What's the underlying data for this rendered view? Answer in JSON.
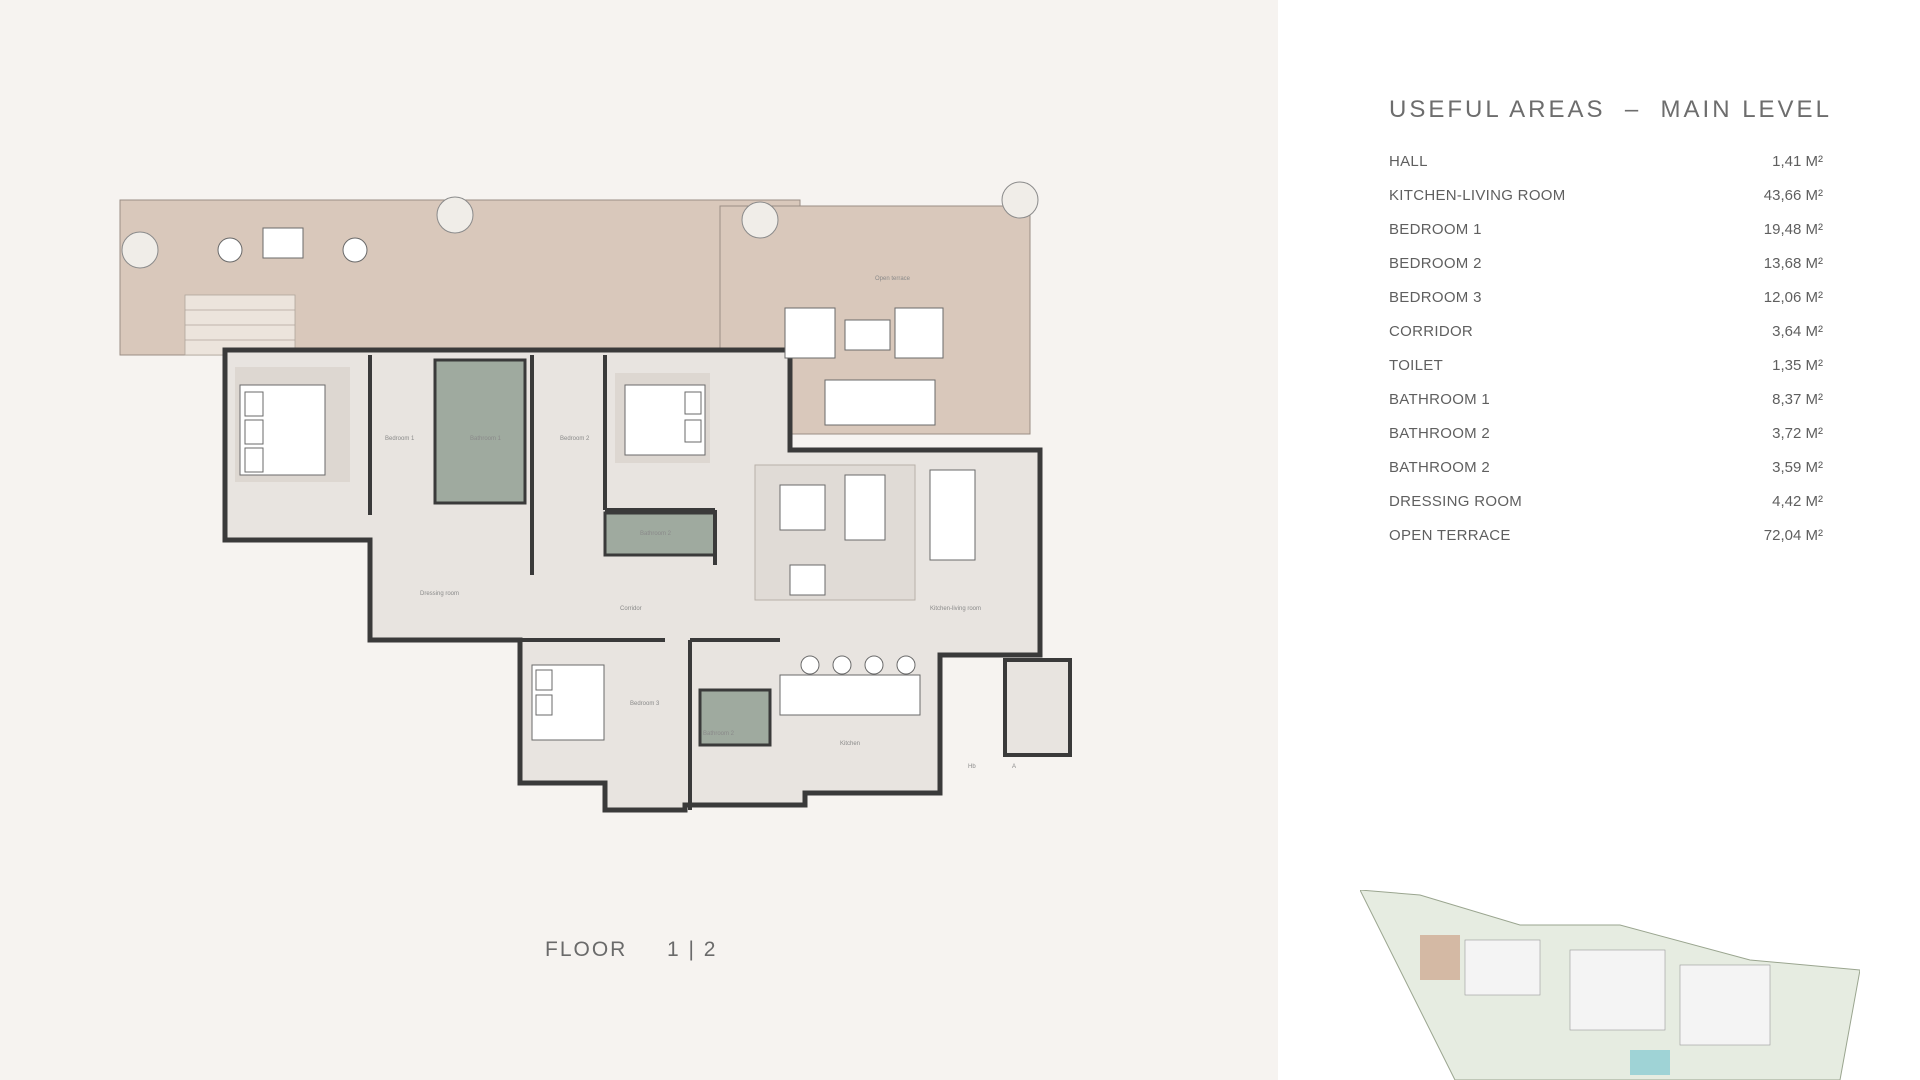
{
  "floor": {
    "label": "FLOOR",
    "number": "1 | 2"
  },
  "areas": {
    "title": "USEFUL AREAS  –  MAIN LEVEL",
    "rows": [
      {
        "name": "HALL",
        "value": "1,41 M²"
      },
      {
        "name": "KITCHEN-LIVING ROOM",
        "value": "43,66 M²"
      },
      {
        "name": "BEDROOM 1",
        "value": "19,48 M²"
      },
      {
        "name": "BEDROOM 2",
        "value": "13,68 M²"
      },
      {
        "name": "BEDROOM 3",
        "value": "12,06 M²"
      },
      {
        "name": "CORRIDOR",
        "value": "3,64 M²"
      },
      {
        "name": "TOILET",
        "value": "1,35 M²"
      },
      {
        "name": "BATHROOM 1",
        "value": "8,37 M²"
      },
      {
        "name": "BATHROOM 2",
        "value": "3,72 M²"
      },
      {
        "name": "BATHROOM 2",
        "value": "3,59 M²"
      },
      {
        "name": "DRESSING ROOM",
        "value": "4,42 M²"
      },
      {
        "name": "OPEN TERRACE",
        "value": "72,04 M²"
      }
    ]
  },
  "plan_labels": {
    "bedroom1": "Bedroom 1",
    "bathroom1": "Bathroom 1",
    "bedroom2": "Bedroom 2",
    "bathroom2": "Bathroom 2",
    "dressing": "Dressing room",
    "corridor": "Corridor",
    "living": "Kitchen-living room",
    "bedroom3": "Bedroom 3",
    "bathroom3": "Bathroom 2",
    "kitchen": "Kitchen",
    "terrace": "Open terrace",
    "hall": "Hb",
    "entry": "A"
  },
  "colors": {
    "terrace": "#d9c8bb",
    "interior": "#e8e4e0",
    "wet": "#9faa9f",
    "wall": "#3a3a3a"
  }
}
